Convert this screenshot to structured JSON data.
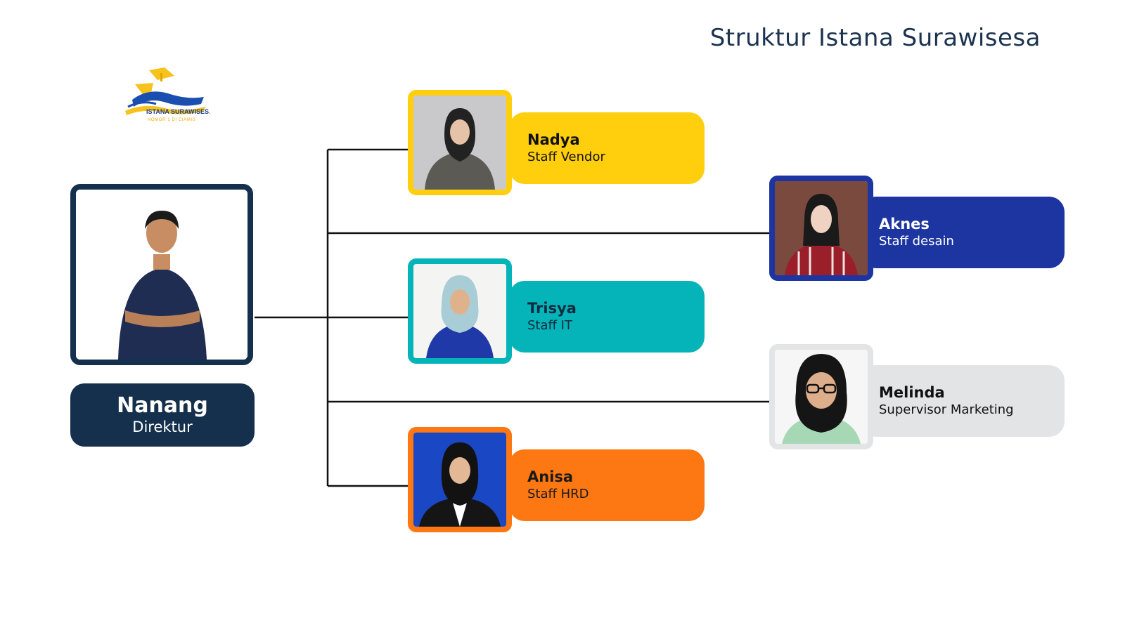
{
  "title": "Struktur Istana Surawisesa",
  "logo": {
    "text": "ISTANA SURAWISESA",
    "tagline": "NOMOR 1 DI CIAMIS"
  },
  "director": {
    "name": "Nanang",
    "role": "Direktur",
    "color": "#14304d"
  },
  "staff": [
    {
      "name": "Nadya",
      "role": "Staff Vendor",
      "color": "#ffcf0d",
      "text_color": "#111111"
    },
    {
      "name": "Trisya",
      "role": "Staff IT",
      "color": "#05b4b8",
      "text_color": "#0d2b40"
    },
    {
      "name": "Anisa",
      "role": "Staff HRD",
      "color": "#fd7712",
      "text_color": "#1a1a1a"
    },
    {
      "name": "Aknes",
      "role": "Staff desain",
      "color": "#1d35a1",
      "text_color": "#ffffff"
    },
    {
      "name": "Melinda",
      "role": "Supervisor Marketing",
      "color": "#e3e4e6",
      "text_color": "#111111"
    }
  ],
  "icons": [
    "graduation-cap-logo-icon",
    "person-photo-icon"
  ]
}
